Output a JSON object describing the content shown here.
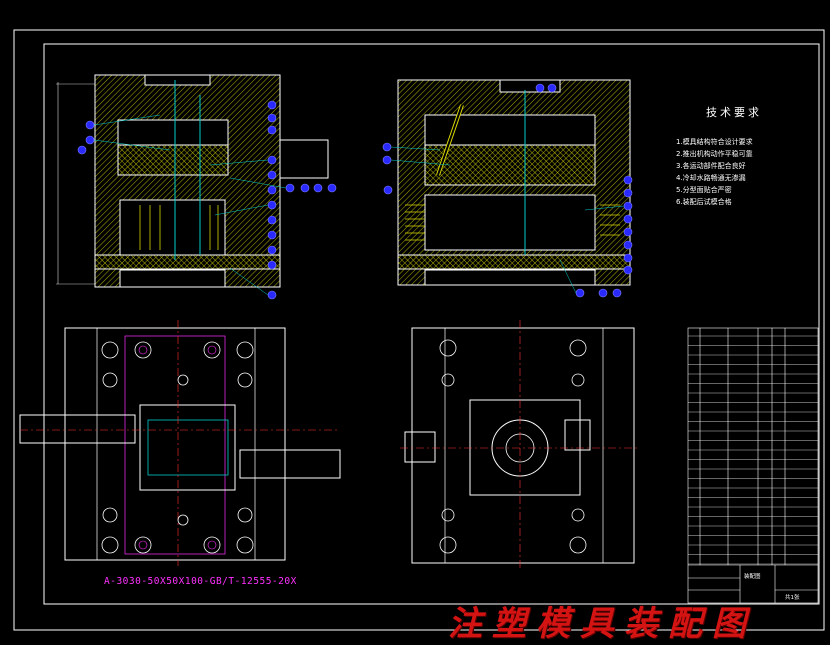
{
  "drawing": {
    "technical_requirements_title": "技术要求",
    "technical_requirements": [
      "1.模具结构符合设计要求",
      "2.推出机构动作平稳可靠",
      "3.各运动部件配合良好",
      "4.冷却水路畅通无渗漏",
      "5.分型面贴合严密",
      "6.装配后试模合格"
    ],
    "mold_base_label": "A-3030-50X50X100-GB/T-12555-20X",
    "title_block_name": "装配图",
    "title_block_sheet": "共1张",
    "watermark": "注塑模具装配图"
  },
  "colors": {
    "background": "#000000",
    "outline": "#ffffff",
    "hatch": "#d8d800",
    "annotation": "#2a2aff",
    "leader": "#00cccc",
    "accent": "#ff30ff",
    "centerline": "#ff3030",
    "watermark": "#d41313"
  }
}
